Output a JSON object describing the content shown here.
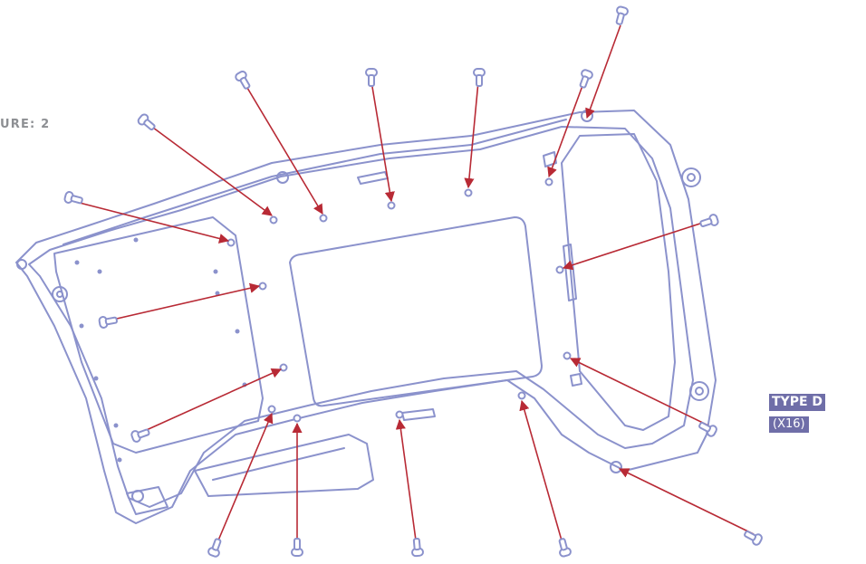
{
  "figure": {
    "label": "URE: 2"
  },
  "legend": {
    "type": "TYPE D",
    "quantity": "(X16)"
  },
  "colors": {
    "outline": "#8b92cc",
    "arrow": "#b82a35",
    "badge": "#6f6ea8",
    "label": "#8d8f93"
  },
  "screw_icon": "screw-icon",
  "screw_count": 16
}
